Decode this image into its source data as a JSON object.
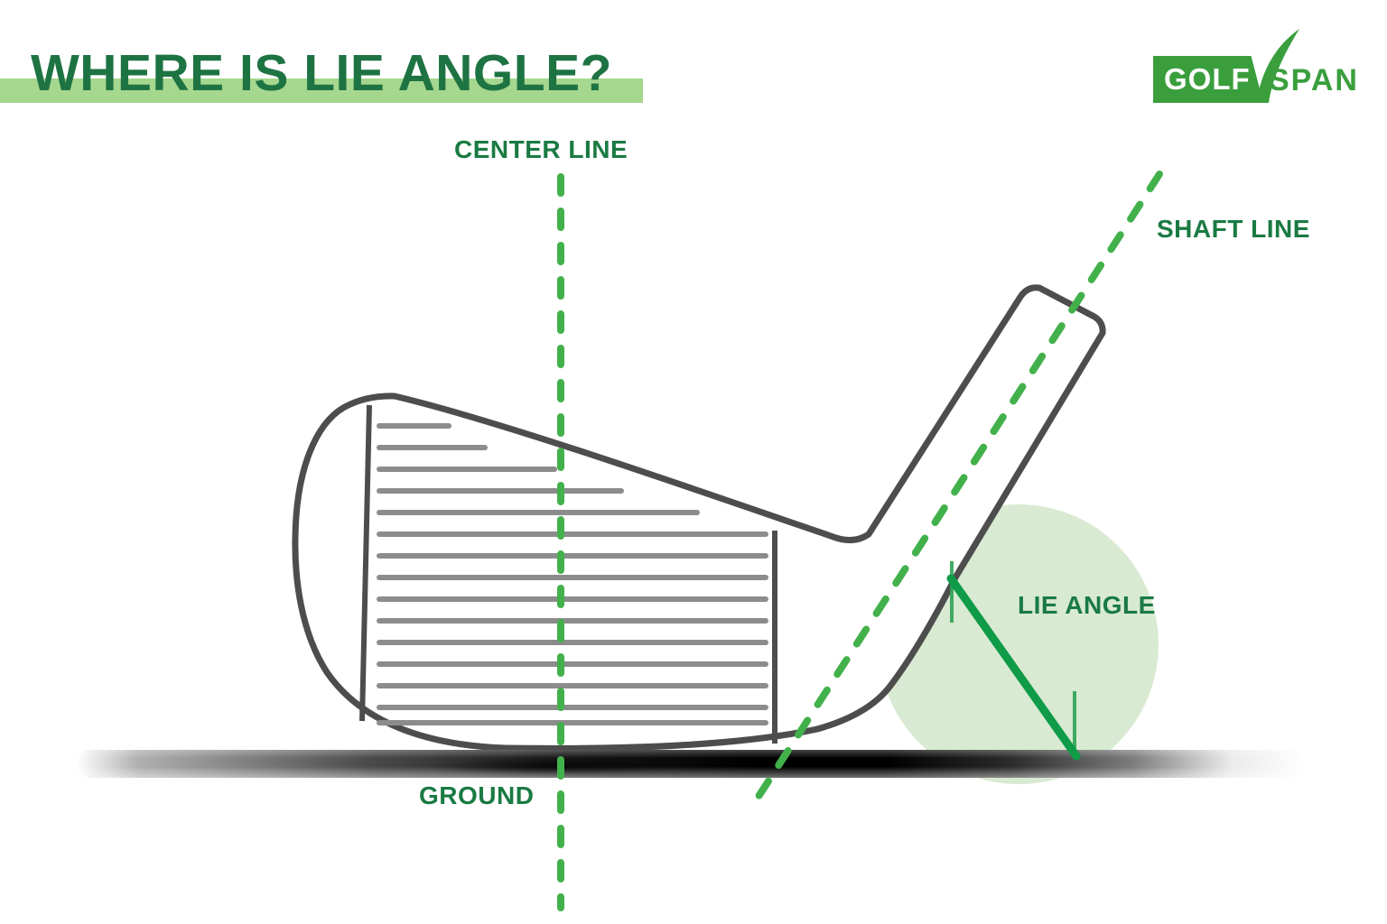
{
  "page": {
    "title": "WHERE IS LIE ANGLE?"
  },
  "logo": {
    "golf": "GOLF",
    "span": "SPAN"
  },
  "labels": {
    "center_line": "CENTER LINE",
    "shaft_line": "SHAFT LINE",
    "lie_angle": "LIE ANGLE",
    "ground": "GROUND"
  },
  "colors": {
    "heading_green": "#1e7343",
    "label_green": "#1a7a43",
    "highlight_bar_green": "#a5d78e",
    "logo_green": "#3a9e3d",
    "dashed_line_green": "#43b14b",
    "solid_line_green": "#0f9b47",
    "lie_circle_fill": "#d9ead2",
    "club_outline_gray": "#4d4d4d",
    "groove_gray": "#8c8c8c"
  }
}
